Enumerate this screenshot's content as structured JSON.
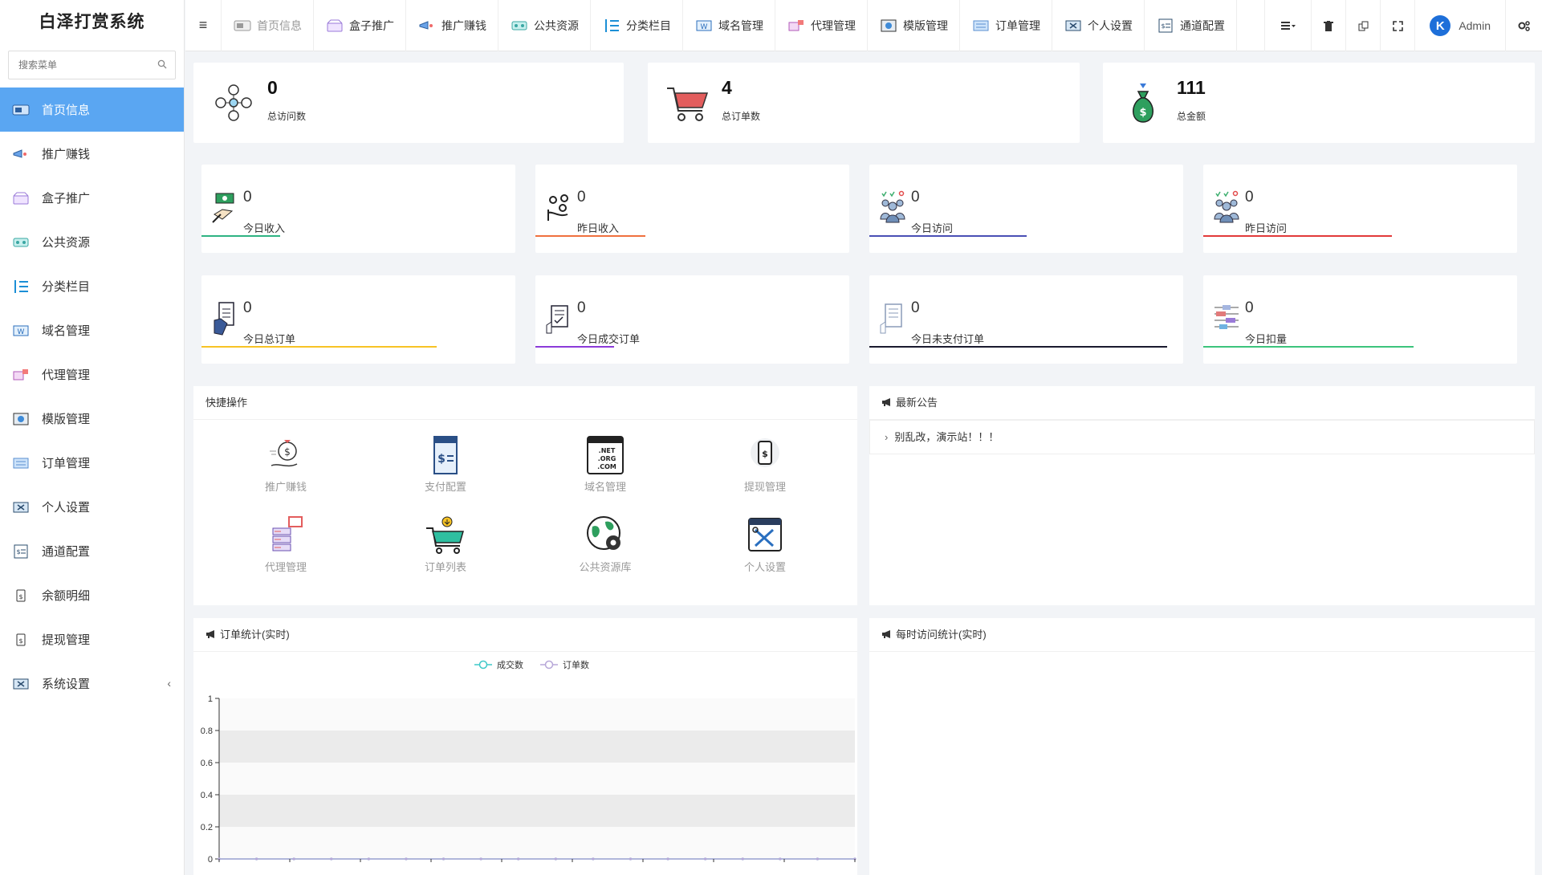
{
  "app": {
    "title": "白泽打赏系统"
  },
  "search": {
    "placeholder": "搜索菜单"
  },
  "sidebar": {
    "items": [
      {
        "label": "首页信息",
        "icon": "home-dashboard-icon",
        "active": true
      },
      {
        "label": "推广赚钱",
        "icon": "megaphone-icon"
      },
      {
        "label": "盒子推广",
        "icon": "box-icon"
      },
      {
        "label": "公共资源",
        "icon": "resource-icon"
      },
      {
        "label": "分类栏目",
        "icon": "category-icon"
      },
      {
        "label": "域名管理",
        "icon": "domain-icon"
      },
      {
        "label": "代理管理",
        "icon": "agent-icon"
      },
      {
        "label": "模版管理",
        "icon": "template-icon"
      },
      {
        "label": "订单管理",
        "icon": "order-icon"
      },
      {
        "label": "个人设置",
        "icon": "personal-settings-icon"
      },
      {
        "label": "通道配置",
        "icon": "channel-icon"
      },
      {
        "label": "余额明细",
        "icon": "balance-icon"
      },
      {
        "label": "提现管理",
        "icon": "withdraw-icon"
      },
      {
        "label": "系统设置",
        "icon": "system-settings-icon",
        "chevron": "‹"
      }
    ]
  },
  "topbar": {
    "tabs": [
      {
        "label": "首页信息"
      },
      {
        "label": "盒子推广"
      },
      {
        "label": "推广赚钱"
      },
      {
        "label": "公共资源"
      },
      {
        "label": "分类栏目"
      },
      {
        "label": "域名管理"
      },
      {
        "label": "代理管理"
      },
      {
        "label": "模版管理"
      },
      {
        "label": "订单管理"
      },
      {
        "label": "个人设置"
      },
      {
        "label": "通道配置"
      }
    ],
    "user": "Admin",
    "avatar_letter": "K"
  },
  "summary": [
    {
      "value": "0",
      "label": "总访问数"
    },
    {
      "value": "4",
      "label": "总订单数"
    },
    {
      "value": "111",
      "label": "总金额"
    }
  ],
  "stats": [
    {
      "value": "0",
      "label": "今日收入",
      "bar_color": "#2fb383",
      "fill": 0.25
    },
    {
      "value": "0",
      "label": "昨日收入",
      "bar_color": "#f0703e",
      "fill": 0.35
    },
    {
      "value": "0",
      "label": "今日访问",
      "bar_color": "#4a4fb5",
      "fill": 0.5
    },
    {
      "value": "0",
      "label": "昨日访问",
      "bar_color": "#e23a3a",
      "fill": 0.6
    },
    {
      "value": "0",
      "label": "今日总订单",
      "bar_color": "#f7c325",
      "fill": 0.75
    },
    {
      "value": "0",
      "label": "今日成交订单",
      "bar_color": "#8b3bd9",
      "fill": 0.25
    },
    {
      "value": "0",
      "label": "今日未支付订单",
      "bar_color": "#1a1a2e",
      "fill": 0.95
    },
    {
      "value": "0",
      "label": "今日扣量",
      "bar_color": "#3cc47c",
      "fill": 0.67
    }
  ],
  "quick": {
    "title": "快捷操作",
    "items": [
      {
        "label": "推广赚钱",
        "icon": "money-bag-hand-icon"
      },
      {
        "label": "支付配置",
        "icon": "payment-receipt-icon"
      },
      {
        "label": "域名管理",
        "icon": "domain-net-icon"
      },
      {
        "label": "提现管理",
        "icon": "phone-dollar-icon"
      },
      {
        "label": "代理管理",
        "icon": "server-agent-icon"
      },
      {
        "label": "订单列表",
        "icon": "shopping-cart-icon"
      },
      {
        "label": "公共资源库",
        "icon": "globe-gear-icon"
      },
      {
        "label": "个人设置",
        "icon": "tools-window-icon"
      }
    ]
  },
  "notice": {
    "title": "最新公告",
    "items": [
      "别乱改，演示站！！！"
    ]
  },
  "order_chart": {
    "title": "订单统计(实时)",
    "legend": [
      "成交数",
      "订单数"
    ]
  },
  "visit_chart": {
    "title": "每时访问统计(实时)"
  },
  "chart_data": {
    "type": "line",
    "series": [
      {
        "name": "成交数",
        "color": "#3ec9c9",
        "values": [
          0,
          0,
          0,
          0,
          0,
          0,
          0,
          0,
          0,
          0,
          0,
          0,
          0,
          0,
          0,
          0,
          0,
          0
        ]
      },
      {
        "name": "订单数",
        "color": "#b7a7d8",
        "values": [
          0,
          0,
          0,
          0,
          0,
          0,
          0,
          0,
          0,
          0,
          0,
          0,
          0,
          0,
          0,
          0,
          0,
          0
        ]
      }
    ],
    "y_ticks": [
      "0",
      "0.2",
      "0.4",
      "0.6",
      "0.8",
      "1"
    ],
    "ylim": [
      0,
      1
    ]
  }
}
